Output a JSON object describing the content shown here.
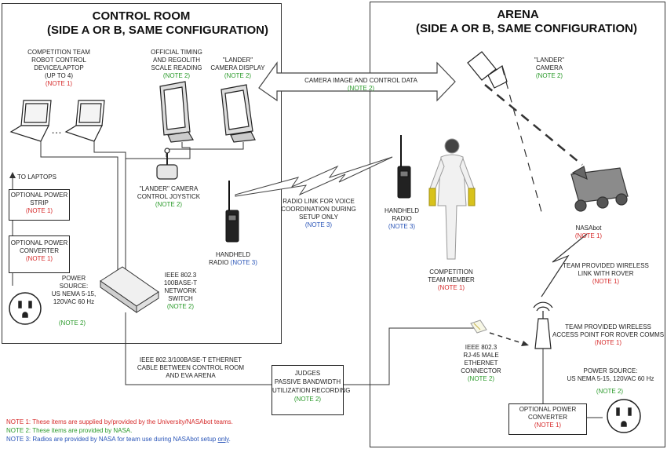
{
  "control_room": {
    "title_line1": "CONTROL ROOM",
    "title_line2": "(SIDE A OR B, SAME CONFIGURATION)"
  },
  "arena": {
    "title_line1": "ARENA",
    "title_line2": "(SIDE A OR B, SAME CONFIGURATION)"
  },
  "laptops": {
    "line1": "COMPETITION TEAM",
    "line2": "ROBOT CONTROL",
    "line3": "DEVICE/LAPTOP",
    "line4": "(UP TO 4)",
    "note": "(NOTE 1)",
    "ellipsis": "…"
  },
  "timing_display": {
    "line1": "OFFICIAL TIMING",
    "line2": "AND REGOLITH",
    "line3": "SCALE READING",
    "note": "(NOTE 2)"
  },
  "lander_display": {
    "line1": "\"LANDER\"",
    "line2": "CAMERA DISPLAY",
    "note": "(NOTE 2)"
  },
  "camera_link": {
    "label": "CAMERA IMAGE AND CONTROL DATA",
    "note": "(NOTE 2)"
  },
  "lander_camera": {
    "line1": "\"LANDER\"",
    "line2": "CAMERA",
    "note": "(NOTE 2)"
  },
  "to_laptops": "TO LAPTOPS",
  "power_strip": {
    "line1": "OPTIONAL POWER",
    "line2": "STRIP",
    "note": "(NOTE 1)"
  },
  "power_converter_cr": {
    "line1": "OPTIONAL POWER",
    "line2": "CONVERTER",
    "note": "(NOTE 1)"
  },
  "power_source_cr": {
    "line1": "POWER",
    "line2": "SOURCE:",
    "line3": "US NEMA 5-15,",
    "line4": "120VAC 60 Hz",
    "note": "(NOTE 2)"
  },
  "joystick": {
    "line1": "\"LANDER\" CAMERA",
    "line2": "CONTROL JOYSTICK",
    "note": "(NOTE 2)"
  },
  "radio_link": {
    "line1": "RADIO LINK FOR VOICE",
    "line2": "COORDINATION DURING",
    "line3": "SETUP ONLY",
    "note": "(NOTE 3)"
  },
  "handheld_radio_cr": {
    "line1": "HANDHELD",
    "line2": "RADIO",
    "note": "(NOTE 3)"
  },
  "handheld_radio_arena": {
    "line1": "HANDHELD",
    "line2": "RADIO",
    "note": "(NOTE 3)"
  },
  "network_switch": {
    "line1": "IEEE 802.3",
    "line2": "100BASE-T",
    "line3": "NETWORK",
    "line4": "SWITCH",
    "note": "(NOTE 2)"
  },
  "team_member": {
    "line1": "COMPETITION",
    "line2": "TEAM MEMBER",
    "note": "(NOTE 1)"
  },
  "nasabot": {
    "line1": "NASAbot",
    "note": "(NOTE 1)"
  },
  "rover_link": {
    "line1": "TEAM PROVIDED WIRELESS",
    "line2": "LINK WITH ROVER",
    "note": "(NOTE 1)"
  },
  "access_point": {
    "line1": "TEAM PROVIDED WIRELESS",
    "line2": "ACCESS POINT FOR ROVER COMMS",
    "note": "(NOTE 1)"
  },
  "power_source_arena": {
    "line1": "POWER SOURCE:",
    "line2": "US NEMA 5-15, 120VAC 60 Hz",
    "note": "(NOTE 2)"
  },
  "power_converter_arena": {
    "line1": "OPTIONAL POWER",
    "line2": "CONVERTER",
    "note": "(NOTE 1)"
  },
  "rj45": {
    "line1": "IEEE 802.3",
    "line2": "RJ-45 MALE",
    "line3": "ETHERNET",
    "line4": "CONNECTOR",
    "note": "(NOTE 2)"
  },
  "ethernet_cable": {
    "line1": "IEEE 802.3/100BASE-T ETHERNET",
    "line2": "CABLE BETWEEN CONTROL ROOM",
    "line3": "AND EVA ARENA"
  },
  "judges": {
    "line1": "JUDGES",
    "line2": "PASSIVE BANDWIDTH",
    "line3": "UTILIZATION RECORDING",
    "note": "(NOTE 2)"
  },
  "legend": {
    "note1": "NOTE 1:  These items are supplied by/provided by the University/NASAbot teams.",
    "note2": "NOTE 2:  These items are provided by NASA.",
    "note3_pre": "NOTE 3:  Radios are provided by NASA for team use during NASAbot setup ",
    "note3_only": "only",
    "note3_post": "."
  },
  "colors": {
    "note1": "#d62a2a",
    "note2": "#2a9a2a",
    "note3": "#2a55b8"
  }
}
